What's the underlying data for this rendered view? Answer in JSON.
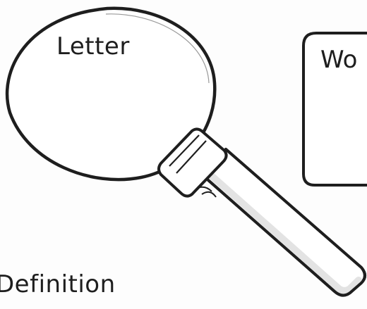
{
  "lens_label": "Letter",
  "box_label": "Wo",
  "bottom_label": "Definition",
  "colors": {
    "ink": "#1e1e1e",
    "paper": "#fdfdfd",
    "handle_shade": "#e3e3e3"
  },
  "icons": {
    "main": "magnifying-glass-icon"
  }
}
